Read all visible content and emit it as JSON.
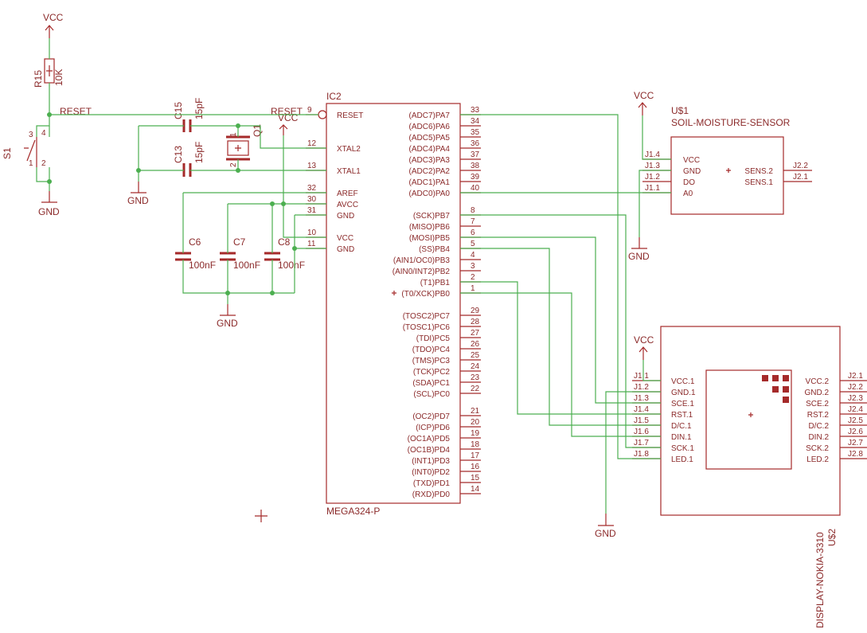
{
  "power": {
    "vcc": "VCC",
    "gnd": "GND"
  },
  "nets": {
    "reset": "RESET"
  },
  "r15": {
    "name": "R15",
    "value": "10K"
  },
  "s1": {
    "name": "S1",
    "pins": [
      "3",
      "4",
      "1",
      "2"
    ]
  },
  "crystal": {
    "name": "Q1",
    "pins": [
      "1",
      "2"
    ]
  },
  "caps": {
    "c15": {
      "name": "C15",
      "value": "15pF"
    },
    "c13": {
      "name": "C13",
      "value": "15pF"
    },
    "c6": {
      "name": "C6",
      "value": "100nF"
    },
    "c7": {
      "name": "C7",
      "value": "100nF"
    },
    "c8": {
      "name": "C8",
      "value": "100nF"
    }
  },
  "ic2": {
    "name": "IC2",
    "part": "MEGA324-P",
    "left_pins": [
      {
        "num": "9",
        "label": "RESET"
      },
      {
        "num": "12",
        "label": "XTAL2"
      },
      {
        "num": "13",
        "label": "XTAL1"
      },
      {
        "num": "32",
        "label": "AREF"
      },
      {
        "num": "30",
        "label": "AVCC"
      },
      {
        "num": "31",
        "label": "GND"
      },
      {
        "num": "10",
        "label": "VCC"
      },
      {
        "num": "11",
        "label": "GND"
      }
    ],
    "right_pins": [
      {
        "num": "33",
        "label": "(ADC7)PA7"
      },
      {
        "num": "34",
        "label": "(ADC6)PA6"
      },
      {
        "num": "35",
        "label": "(ADC5)PA5"
      },
      {
        "num": "36",
        "label": "(ADC4)PA4"
      },
      {
        "num": "37",
        "label": "(ADC3)PA3"
      },
      {
        "num": "38",
        "label": "(ADC2)PA2"
      },
      {
        "num": "39",
        "label": "(ADC1)PA1"
      },
      {
        "num": "40",
        "label": "(ADC0)PA0"
      },
      {
        "num": "8",
        "label": "(SCK)PB7"
      },
      {
        "num": "7",
        "label": "(MISO)PB6"
      },
      {
        "num": "6",
        "label": "(MOSI)PB5"
      },
      {
        "num": "5",
        "label": "(SS)PB4"
      },
      {
        "num": "4",
        "label": "(AIN1/OC0)PB3"
      },
      {
        "num": "3",
        "label": "(AIN0/INT2)PB2"
      },
      {
        "num": "2",
        "label": "(T1)PB1"
      },
      {
        "num": "1",
        "label": "(T0/XCK)PB0"
      },
      {
        "num": "29",
        "label": "(TOSC2)PC7"
      },
      {
        "num": "28",
        "label": "(TOSC1)PC6"
      },
      {
        "num": "27",
        "label": "(TDI)PC5"
      },
      {
        "num": "26",
        "label": "(TDO)PC4"
      },
      {
        "num": "25",
        "label": "(TMS)PC3"
      },
      {
        "num": "24",
        "label": "(TCK)PC2"
      },
      {
        "num": "23",
        "label": "(SDA)PC1"
      },
      {
        "num": "22",
        "label": "(SCL)PC0"
      },
      {
        "num": "21",
        "label": "(OC2)PD7"
      },
      {
        "num": "20",
        "label": "(ICP)PD6"
      },
      {
        "num": "19",
        "label": "(OC1A)PD5"
      },
      {
        "num": "18",
        "label": "(OC1B)PD4"
      },
      {
        "num": "17",
        "label": "(INT1)PD3"
      },
      {
        "num": "16",
        "label": "(INT0)PD2"
      },
      {
        "num": "15",
        "label": "(TXD)PD1"
      },
      {
        "num": "14",
        "label": "(RXD)PD0"
      }
    ]
  },
  "sensor": {
    "name": "U$1",
    "part": "SOIL-MOISTURE-SENSOR",
    "pins": [
      {
        "pin": "J1.4",
        "label": "VCC"
      },
      {
        "pin": "J1.3",
        "label": "GND"
      },
      {
        "pin": "J1.2",
        "label": "DO"
      },
      {
        "pin": "J1.1",
        "label": "A0"
      }
    ],
    "right_pins": [
      {
        "pin": "J2.2",
        "label": "SENS.2"
      },
      {
        "pin": "J2.1",
        "label": "SENS.1"
      }
    ]
  },
  "display": {
    "name": "U$2",
    "part": "DISPLAY-NOKIA-3310",
    "left_pins": [
      {
        "pin": "J1.1",
        "label": "VCC.1"
      },
      {
        "pin": "J1.2",
        "label": "GND.1"
      },
      {
        "pin": "J1.3",
        "label": "SCE.1"
      },
      {
        "pin": "J1.4",
        "label": "RST.1"
      },
      {
        "pin": "J1.5",
        "label": "D/C.1"
      },
      {
        "pin": "J1.6",
        "label": "DIN.1"
      },
      {
        "pin": "J1.7",
        "label": "SCK.1"
      },
      {
        "pin": "J1.8",
        "label": "LED.1"
      }
    ],
    "right_pins": [
      {
        "pin": "J2.1",
        "label": "VCC.2"
      },
      {
        "pin": "J2.2",
        "label": "GND.2"
      },
      {
        "pin": "J2.3",
        "label": "SCE.2"
      },
      {
        "pin": "J2.4",
        "label": "RST.2"
      },
      {
        "pin": "J2.5",
        "label": "D/C.2"
      },
      {
        "pin": "J2.6",
        "label": "DIN.2"
      },
      {
        "pin": "J2.7",
        "label": "SCK.2"
      },
      {
        "pin": "J2.8",
        "label": "LED.2"
      }
    ]
  },
  "colors": {
    "wire": "#4caf50",
    "part": "#a52a2a",
    "text": "#8b2a2a"
  }
}
